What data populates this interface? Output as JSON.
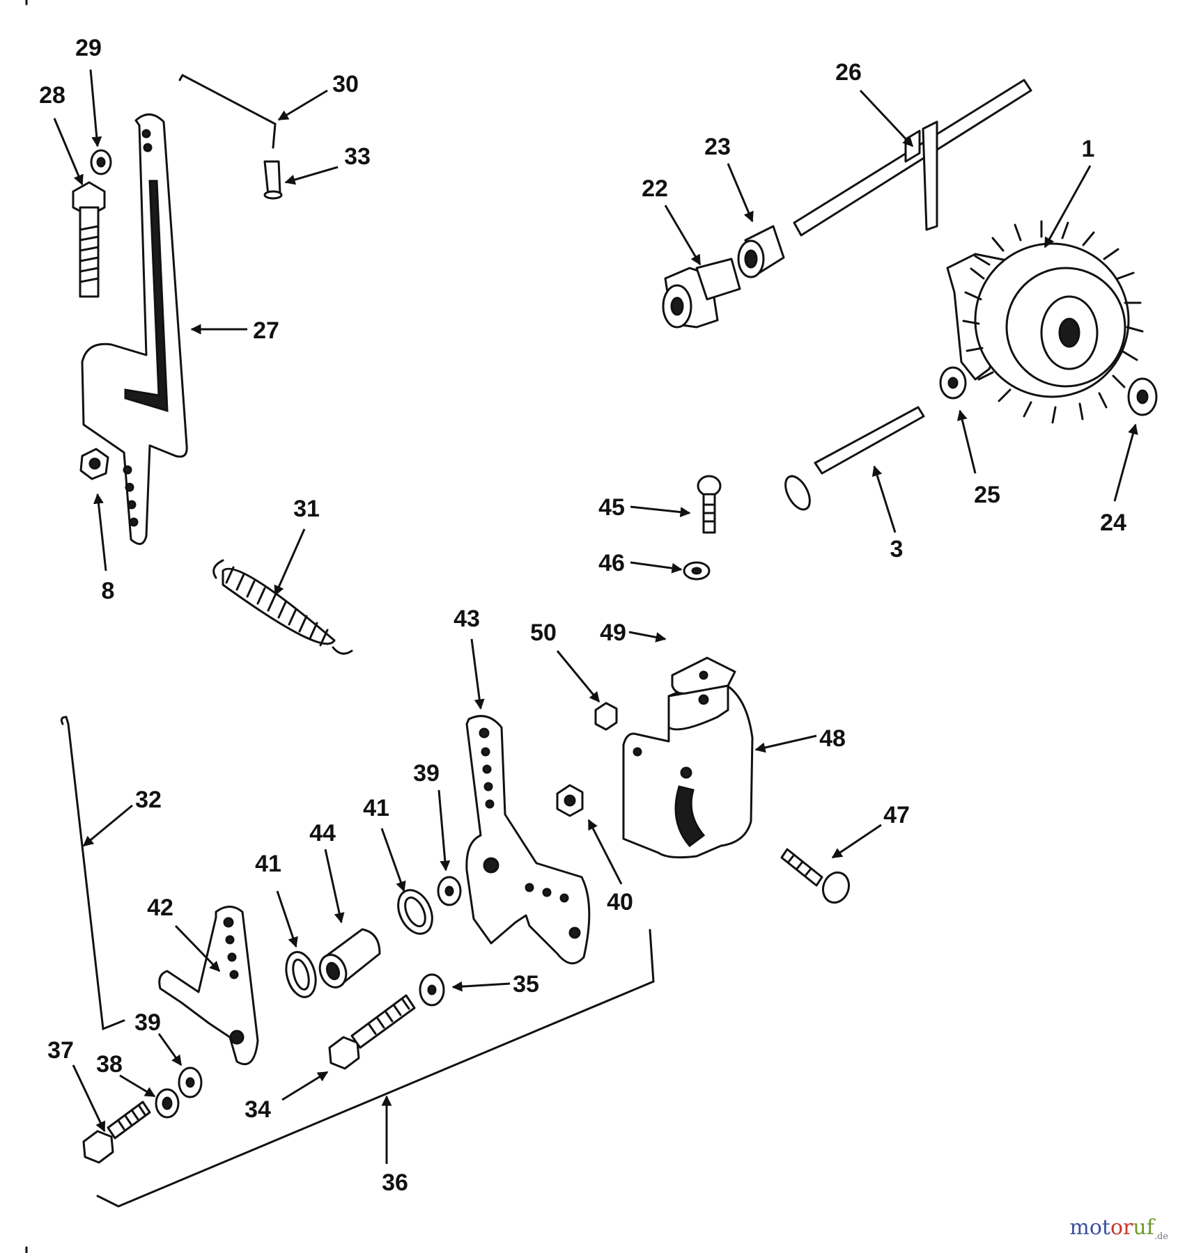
{
  "diagram": {
    "callouts": [
      "1",
      "3",
      "8",
      "22",
      "23",
      "24",
      "25",
      "26",
      "27",
      "28",
      "29",
      "30",
      "31",
      "32",
      "33",
      "34",
      "35",
      "36",
      "37",
      "38",
      "39",
      "39",
      "40",
      "41",
      "41",
      "42",
      "43",
      "44",
      "45",
      "46",
      "47",
      "48",
      "49",
      "50"
    ]
  },
  "watermark": {
    "part1": "mot",
    "part2": "or",
    "part3": "uf",
    "suffix": ".de"
  }
}
